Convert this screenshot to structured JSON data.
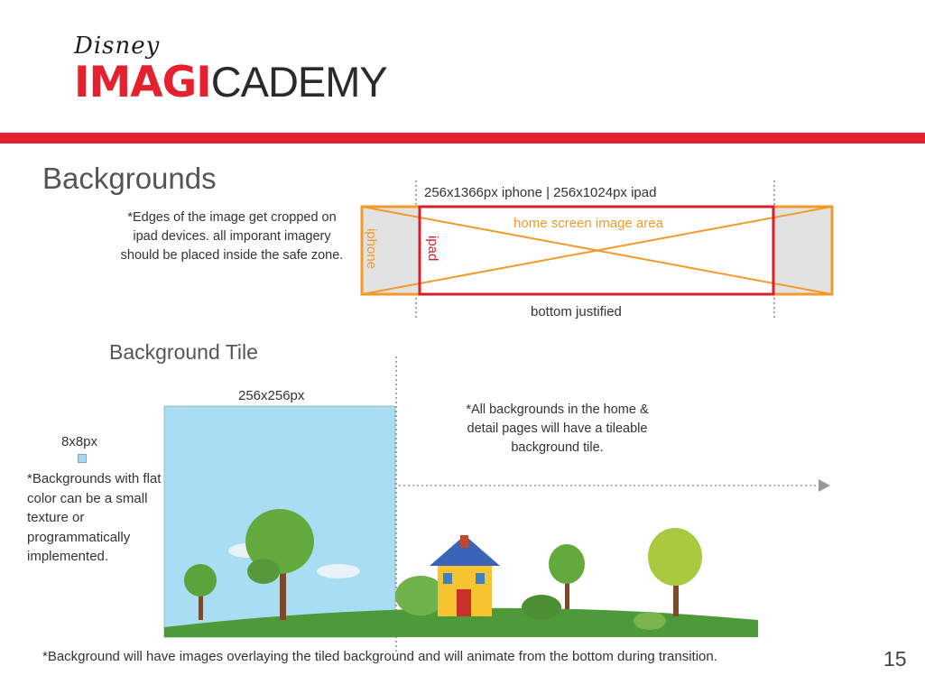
{
  "header": {
    "logo_disney": "Disney",
    "logo_imagi": "IMAGI",
    "logo_cademy": "CADEMY",
    "accent_color": "#e4222f"
  },
  "section": {
    "title": "Backgrounds",
    "edge_note": "*Edges of the image get cropped on ipad devices. all imporant imagery should be placed inside the safe zone.",
    "dimensions_label": "256x1366px iphone  |  256x1024px ipad",
    "home_area_label": "home screen image area",
    "iphone_label": "iphone",
    "ipad_label": "ipad",
    "bottom_label": "bottom justified",
    "iphone_color": "#f39a2b",
    "ipad_color": "#d62128"
  },
  "tile": {
    "title": "Background Tile",
    "size_label": "256x256px",
    "tile_note": "*All backgrounds in the home & detail pages will have a tileable background tile.",
    "small_size_label": "8x8px",
    "flat_note": "*Backgrounds with flat color can be a small texture or programmatically implemented.",
    "sky_color": "#a8ddf3",
    "grass_color": "#4e9a3a"
  },
  "footer": {
    "note": "*Background will have images overlaying the tiled background and will animate from the bottom during transition.",
    "page_number": "15"
  }
}
